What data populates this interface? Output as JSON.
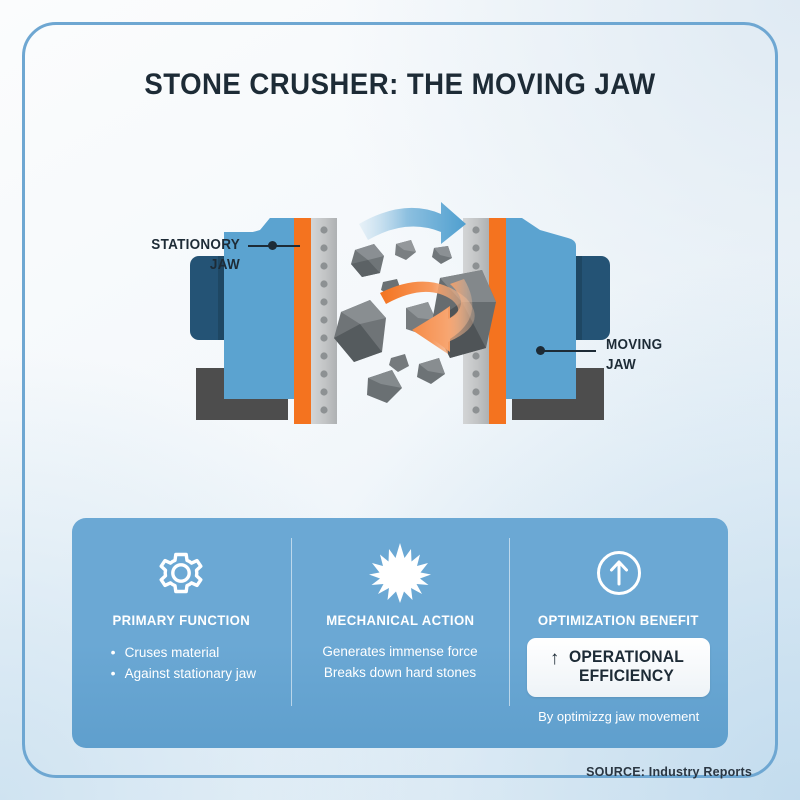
{
  "title": "STONE CRUSHER: THE MOVING JAW",
  "diagram": {
    "label_left": {
      "line1": "STATIONORY",
      "line2": "JAW"
    },
    "label_right": {
      "line1": "MOVING",
      "line2": "JAW"
    },
    "arrow_top_name": "curved-arrow-right-blue",
    "arrow_bottom_name": "curved-arrow-left-orange",
    "colors": {
      "jaw_body": "#5ba3d0",
      "jaw_bracket": "#245375",
      "liner_strip": "#f4731f",
      "toothed_plate": "#c2c4c5",
      "base": "#4d4d4d",
      "rock_light": "#8a8f93",
      "rock_dark": "#4f5457"
    }
  },
  "panel": {
    "background": "#6ba8d4",
    "columns": [
      {
        "icon": "gear-icon",
        "title": "PRIMARY FUNCTION",
        "bullets": [
          "Cruses material",
          "Against stationary jaw"
        ]
      },
      {
        "icon": "impact-burst-icon",
        "title": "MECHANICAL ACTION",
        "lines": [
          "Generates immense force",
          "Breaks down hard stones"
        ]
      },
      {
        "icon": "arrow-up-circle-icon",
        "title": "OPTIMIZATION BENEFIT",
        "badge": {
          "arrow": "↑",
          "line1": "OPERATIONAL",
          "line2": "EFFICIENCY"
        },
        "note": "By optimizzg jaw movement"
      }
    ]
  },
  "source": "SOURCE: Industry Reports"
}
